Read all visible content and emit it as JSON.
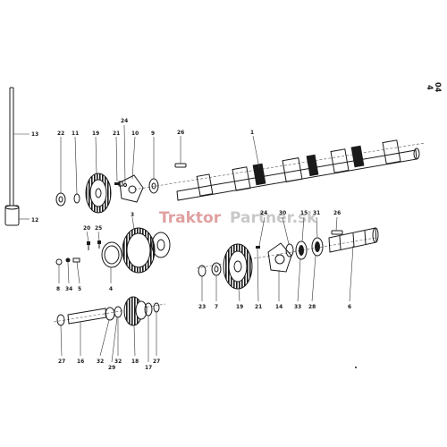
{
  "page_code": {
    "top": "04",
    "bottom": "4"
  },
  "watermark": {
    "part1": "Traktor",
    "part2": "Partner.sk"
  },
  "colors": {
    "ink": "#1a1a1a",
    "watermark_red": "#e0a0a0",
    "watermark_grey": "#c8c8c8"
  },
  "labels": {
    "l1": "1",
    "l3": "3",
    "l4": "4",
    "l5": "5",
    "l6": "6",
    "l7": "7",
    "l8": "8",
    "l9": "9",
    "l10": "10",
    "l11": "11",
    "l12": "12",
    "l13": "13",
    "l14": "14",
    "l15": "15",
    "l16": "16",
    "l17": "17",
    "l18": "18",
    "l19a": "19",
    "l19b": "19",
    "l20": "20",
    "l21a": "21",
    "l21b": "21",
    "l22": "22",
    "l23": "23",
    "l24a": "24",
    "l24b": "24",
    "l25": "25",
    "l26a": "26",
    "l26b": "26",
    "l27a": "27",
    "l27b": "27",
    "l28": "28",
    "l29": "29",
    "l30": "30",
    "l31": "31",
    "l32a": "32",
    "l32b": "32",
    "l33": "33",
    "l34": "34"
  }
}
